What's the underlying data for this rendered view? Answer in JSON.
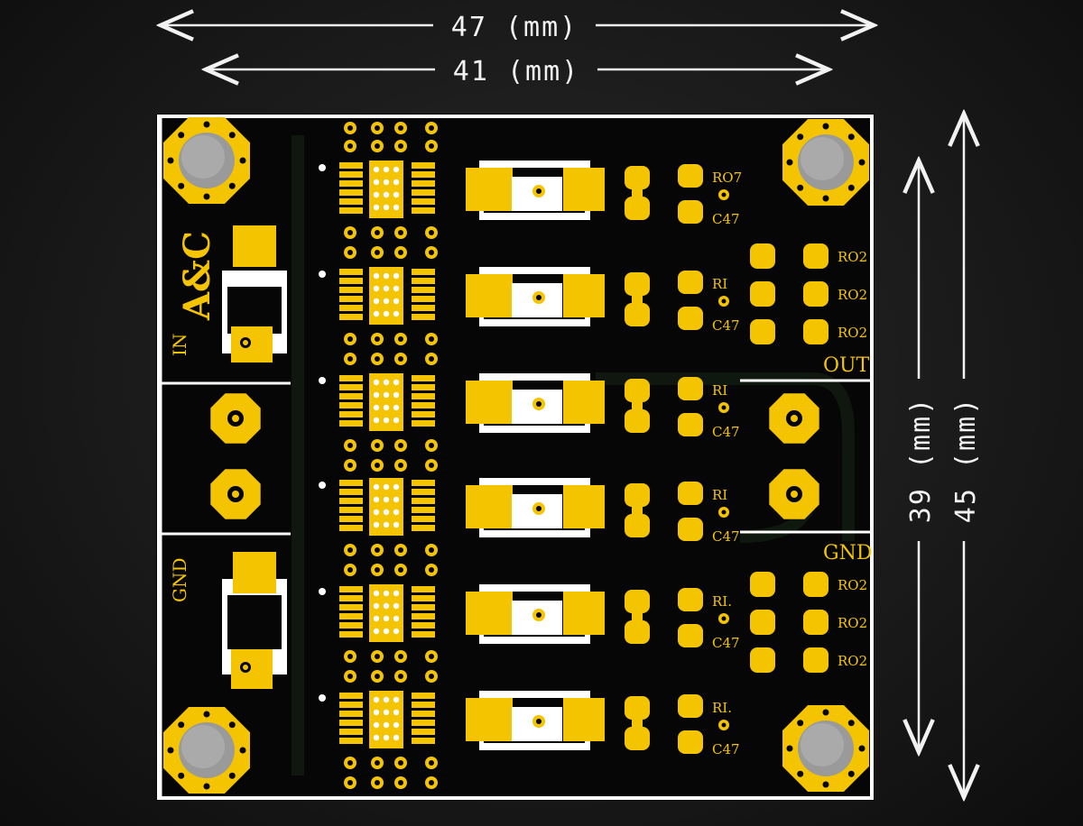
{
  "dimensions": {
    "width_outer": "47 (mm)",
    "width_inner": "41 (mm)",
    "height_inner": "39 (mm)",
    "height_outer": "45 (mm)"
  },
  "board_labels": {
    "brand": "A&C",
    "input": "IN",
    "ground_left": "GND",
    "output": "OUT",
    "ground_right": "GND"
  },
  "channel_labels": [
    {
      "resistor": "RO7",
      "capacitor": "C47"
    },
    {
      "resistor": "RI",
      "capacitor": "C47"
    },
    {
      "resistor": "RI",
      "capacitor": "C47"
    },
    {
      "resistor": "RI",
      "capacitor": "C47"
    },
    {
      "resistor": "RI.",
      "capacitor": "C47"
    },
    {
      "resistor": "RI.",
      "capacitor": "C47"
    }
  ],
  "right_resistor_labels_top": [
    "RO2",
    "RO2",
    "RO2"
  ],
  "right_resistor_labels_bottom": [
    "RO2",
    "RO2",
    "RO2"
  ],
  "colors": {
    "board": "#060606",
    "copper_gold": "#f5c400",
    "silkscreen": "#ffffff",
    "dimension_line": "#f2f2f2"
  }
}
